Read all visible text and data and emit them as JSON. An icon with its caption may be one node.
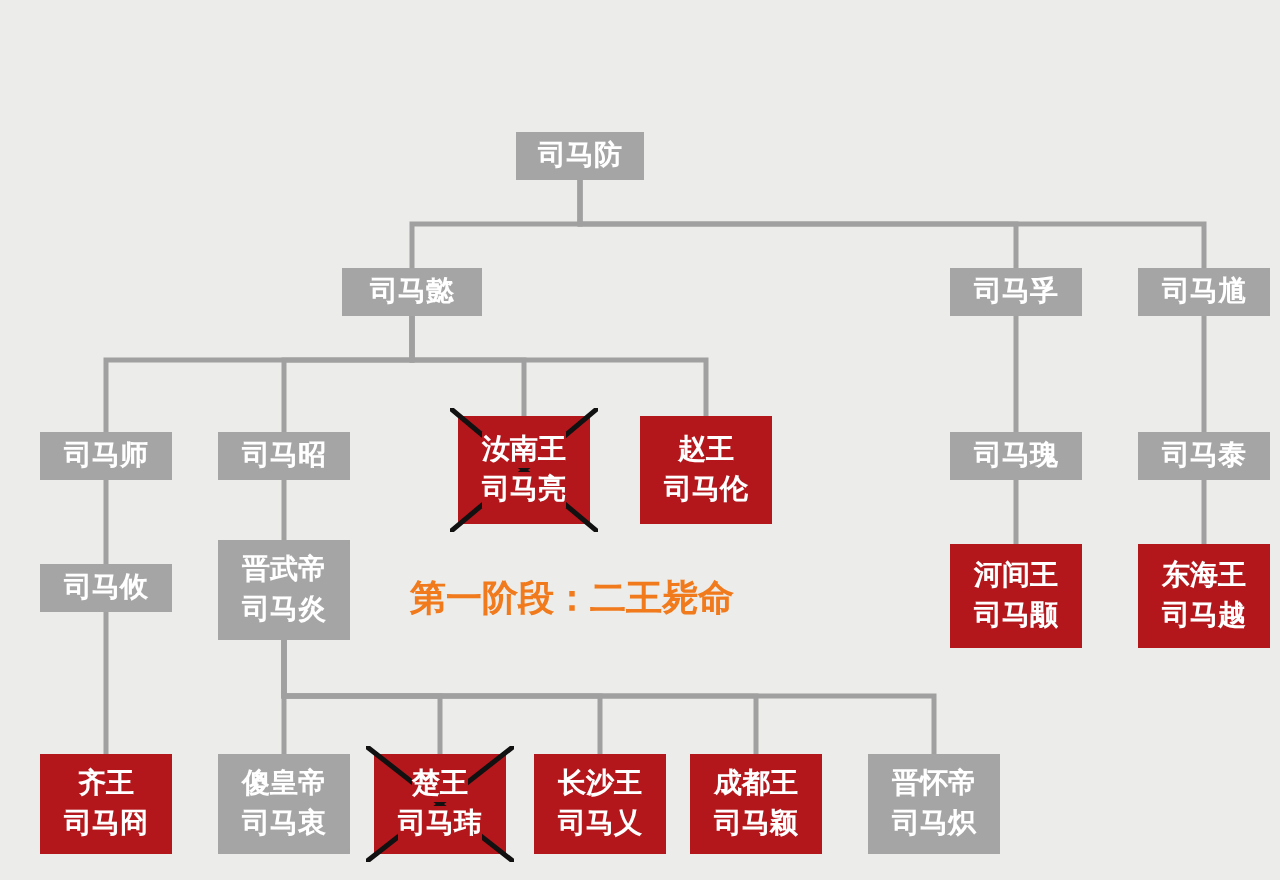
{
  "diagram": {
    "nodes": [
      {
        "text": [
          "司马防"
        ]
      },
      {
        "text": [
          "司马懿"
        ]
      },
      {
        "text": [
          "司马孚"
        ]
      },
      {
        "text": [
          "司马馗"
        ]
      },
      {
        "text": [
          "司马师"
        ]
      },
      {
        "text": [
          "司马昭"
        ]
      },
      {
        "text": [
          "汝南王",
          "司马亮"
        ]
      },
      {
        "text": [
          "赵王",
          "司马伦"
        ]
      },
      {
        "text": [
          "司马瑰"
        ]
      },
      {
        "text": [
          "司马泰"
        ]
      },
      {
        "text": [
          "司马攸"
        ]
      },
      {
        "text": [
          "晋武帝",
          "司马炎"
        ]
      },
      {
        "text": [
          "河间王",
          "司马颙"
        ]
      },
      {
        "text": [
          "东海王",
          "司马越"
        ]
      },
      {
        "text": [
          "齐王",
          "司马冏"
        ]
      },
      {
        "text": [
          "傻皇帝",
          "司马衷"
        ]
      },
      {
        "text": [
          "楚王",
          "司马玮"
        ]
      },
      {
        "text": [
          "长沙王",
          "司马乂"
        ]
      },
      {
        "text": [
          "成都王",
          "司马颖"
        ]
      },
      {
        "text": [
          "晋怀帝",
          "司马炽"
        ]
      }
    ],
    "edges": [
      {
        "from": 0,
        "to": 1,
        "arrow": "none"
      },
      {
        "from": 0,
        "to": 2,
        "arrow": "none"
      },
      {
        "from": 0,
        "to": 3,
        "arrow": "none"
      },
      {
        "from": 1,
        "to": 4,
        "arrow": "none"
      },
      {
        "from": 1,
        "to": 5,
        "arrow": "none"
      },
      {
        "from": 1,
        "to": 6,
        "arrow": "none"
      },
      {
        "from": 1,
        "to": 7,
        "arrow": "none"
      },
      {
        "from": 2,
        "to": 8,
        "arrow": "none"
      },
      {
        "from": 3,
        "to": 9,
        "arrow": "none"
      },
      {
        "from": 4,
        "to": 10,
        "arrow": "none"
      },
      {
        "from": 5,
        "to": 11,
        "arrow": "none"
      },
      {
        "from": 8,
        "to": 12,
        "arrow": "none"
      },
      {
        "from": 9,
        "to": 13,
        "arrow": "none"
      },
      {
        "from": 10,
        "to": 14,
        "arrow": "none"
      },
      {
        "from": 11,
        "to": 15,
        "arrow": "none"
      },
      {
        "from": 11,
        "to": 16,
        "arrow": "none"
      },
      {
        "from": 11,
        "to": 17,
        "arrow": "none"
      },
      {
        "from": 11,
        "to": 18,
        "arrow": "none"
      },
      {
        "from": 11,
        "to": 19,
        "arrow": "none"
      }
    ],
    "labels": [
      "第一阶段：二王毙命"
    ]
  }
}
